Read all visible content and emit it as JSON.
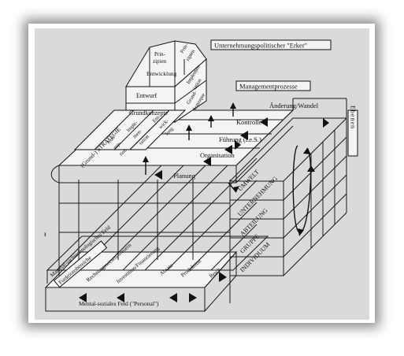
{
  "labels": {
    "erker": "Unternehmungspolitischer \"Erker\"",
    "management": "Managementprozesse",
    "ebenen": "Ebenen",
    "principles_1": "Prin-",
    "principles_2": "zipien",
    "principles_3": "Prin-",
    "principles_4": "zipien",
    "entwicklung": "Entwicklung",
    "entwurf": "Entwurf",
    "grundkonzepte": "Grundkonzepte",
    "impl_1": "Implemen-",
    "impl_2": "tation",
    "grund_1": "Grund-",
    "grund_2": "konzepte",
    "strategie": "(Grund-) STRATEGIE",
    "konzeption_1": "Kon-",
    "konzeption_2": "zep-",
    "konzeption_3": "tion",
    "implementation_1": "Imple-",
    "implementation_2": "men-",
    "implementation_3": "tation",
    "entwicklung_1": "Ent-",
    "entwicklung_2": "wick-",
    "entwicklung_3": "lung",
    "planung": "Planung",
    "organisation": "Organisation",
    "fuehrung": "Führung (i.e.S.)",
    "kontrolle": "Kontrolle",
    "aenderung": "Änderung/Wandel",
    "umwelt": "UMWELT",
    "unternehmung": "UNTERNEHMUNG",
    "abteilung": "ABTEILUNG",
    "gruppe": "GRUPPE",
    "individuum": "INDIVIDUUM",
    "material_feld": "Material-sachtechnologisches Feld",
    "funktionsbereiche": "Funktionsbereiche",
    "rechnungswesen": "Rechnungswesen/Steuern",
    "investition": "Investition/Finanzierung",
    "absatz": "Absatz",
    "produktion": "Produktion",
    "beschaffung": "Besch.",
    "mental_feld": "Mental-soziales Feld (\"Personal\")"
  },
  "colors": {
    "ink": "#111111",
    "paper": "#f4f4f4",
    "scan_background": "#dadada",
    "frame": "#ffffff"
  }
}
